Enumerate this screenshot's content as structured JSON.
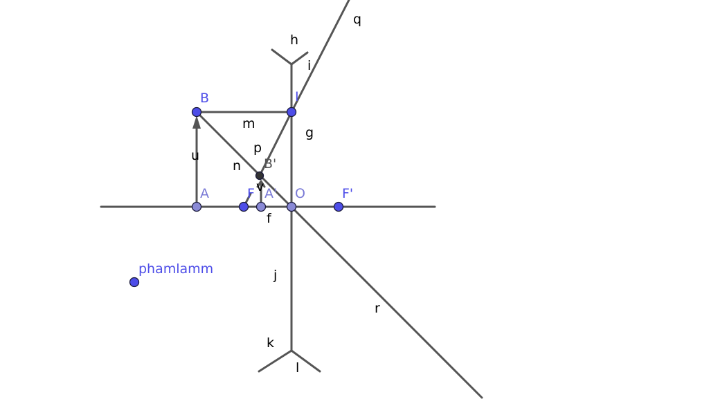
{
  "colors": {
    "line": "#555555",
    "free_point": "#4d4de8",
    "fixed_point": "#8a8ad6",
    "intersection_point": "#333333",
    "free_label": "#4d4de8",
    "fixed_label": "#7a7ad6",
    "intersection_label": "#555555"
  },
  "segment_labels": {
    "q": "q",
    "h": "h",
    "i": "i",
    "g": "g",
    "m": "m",
    "p": "p",
    "u": "u",
    "n": "n",
    "v": "v",
    "f": "f",
    "j": "j",
    "r": "r",
    "k": "k",
    "l": "l"
  },
  "point_labels": {
    "B": "B",
    "I": "I",
    "B_prime": "B'",
    "A": "A",
    "F": "F",
    "A_prime": "A'",
    "O": "O",
    "F_prime": "F'",
    "phamlamm": "phamlamm"
  }
}
